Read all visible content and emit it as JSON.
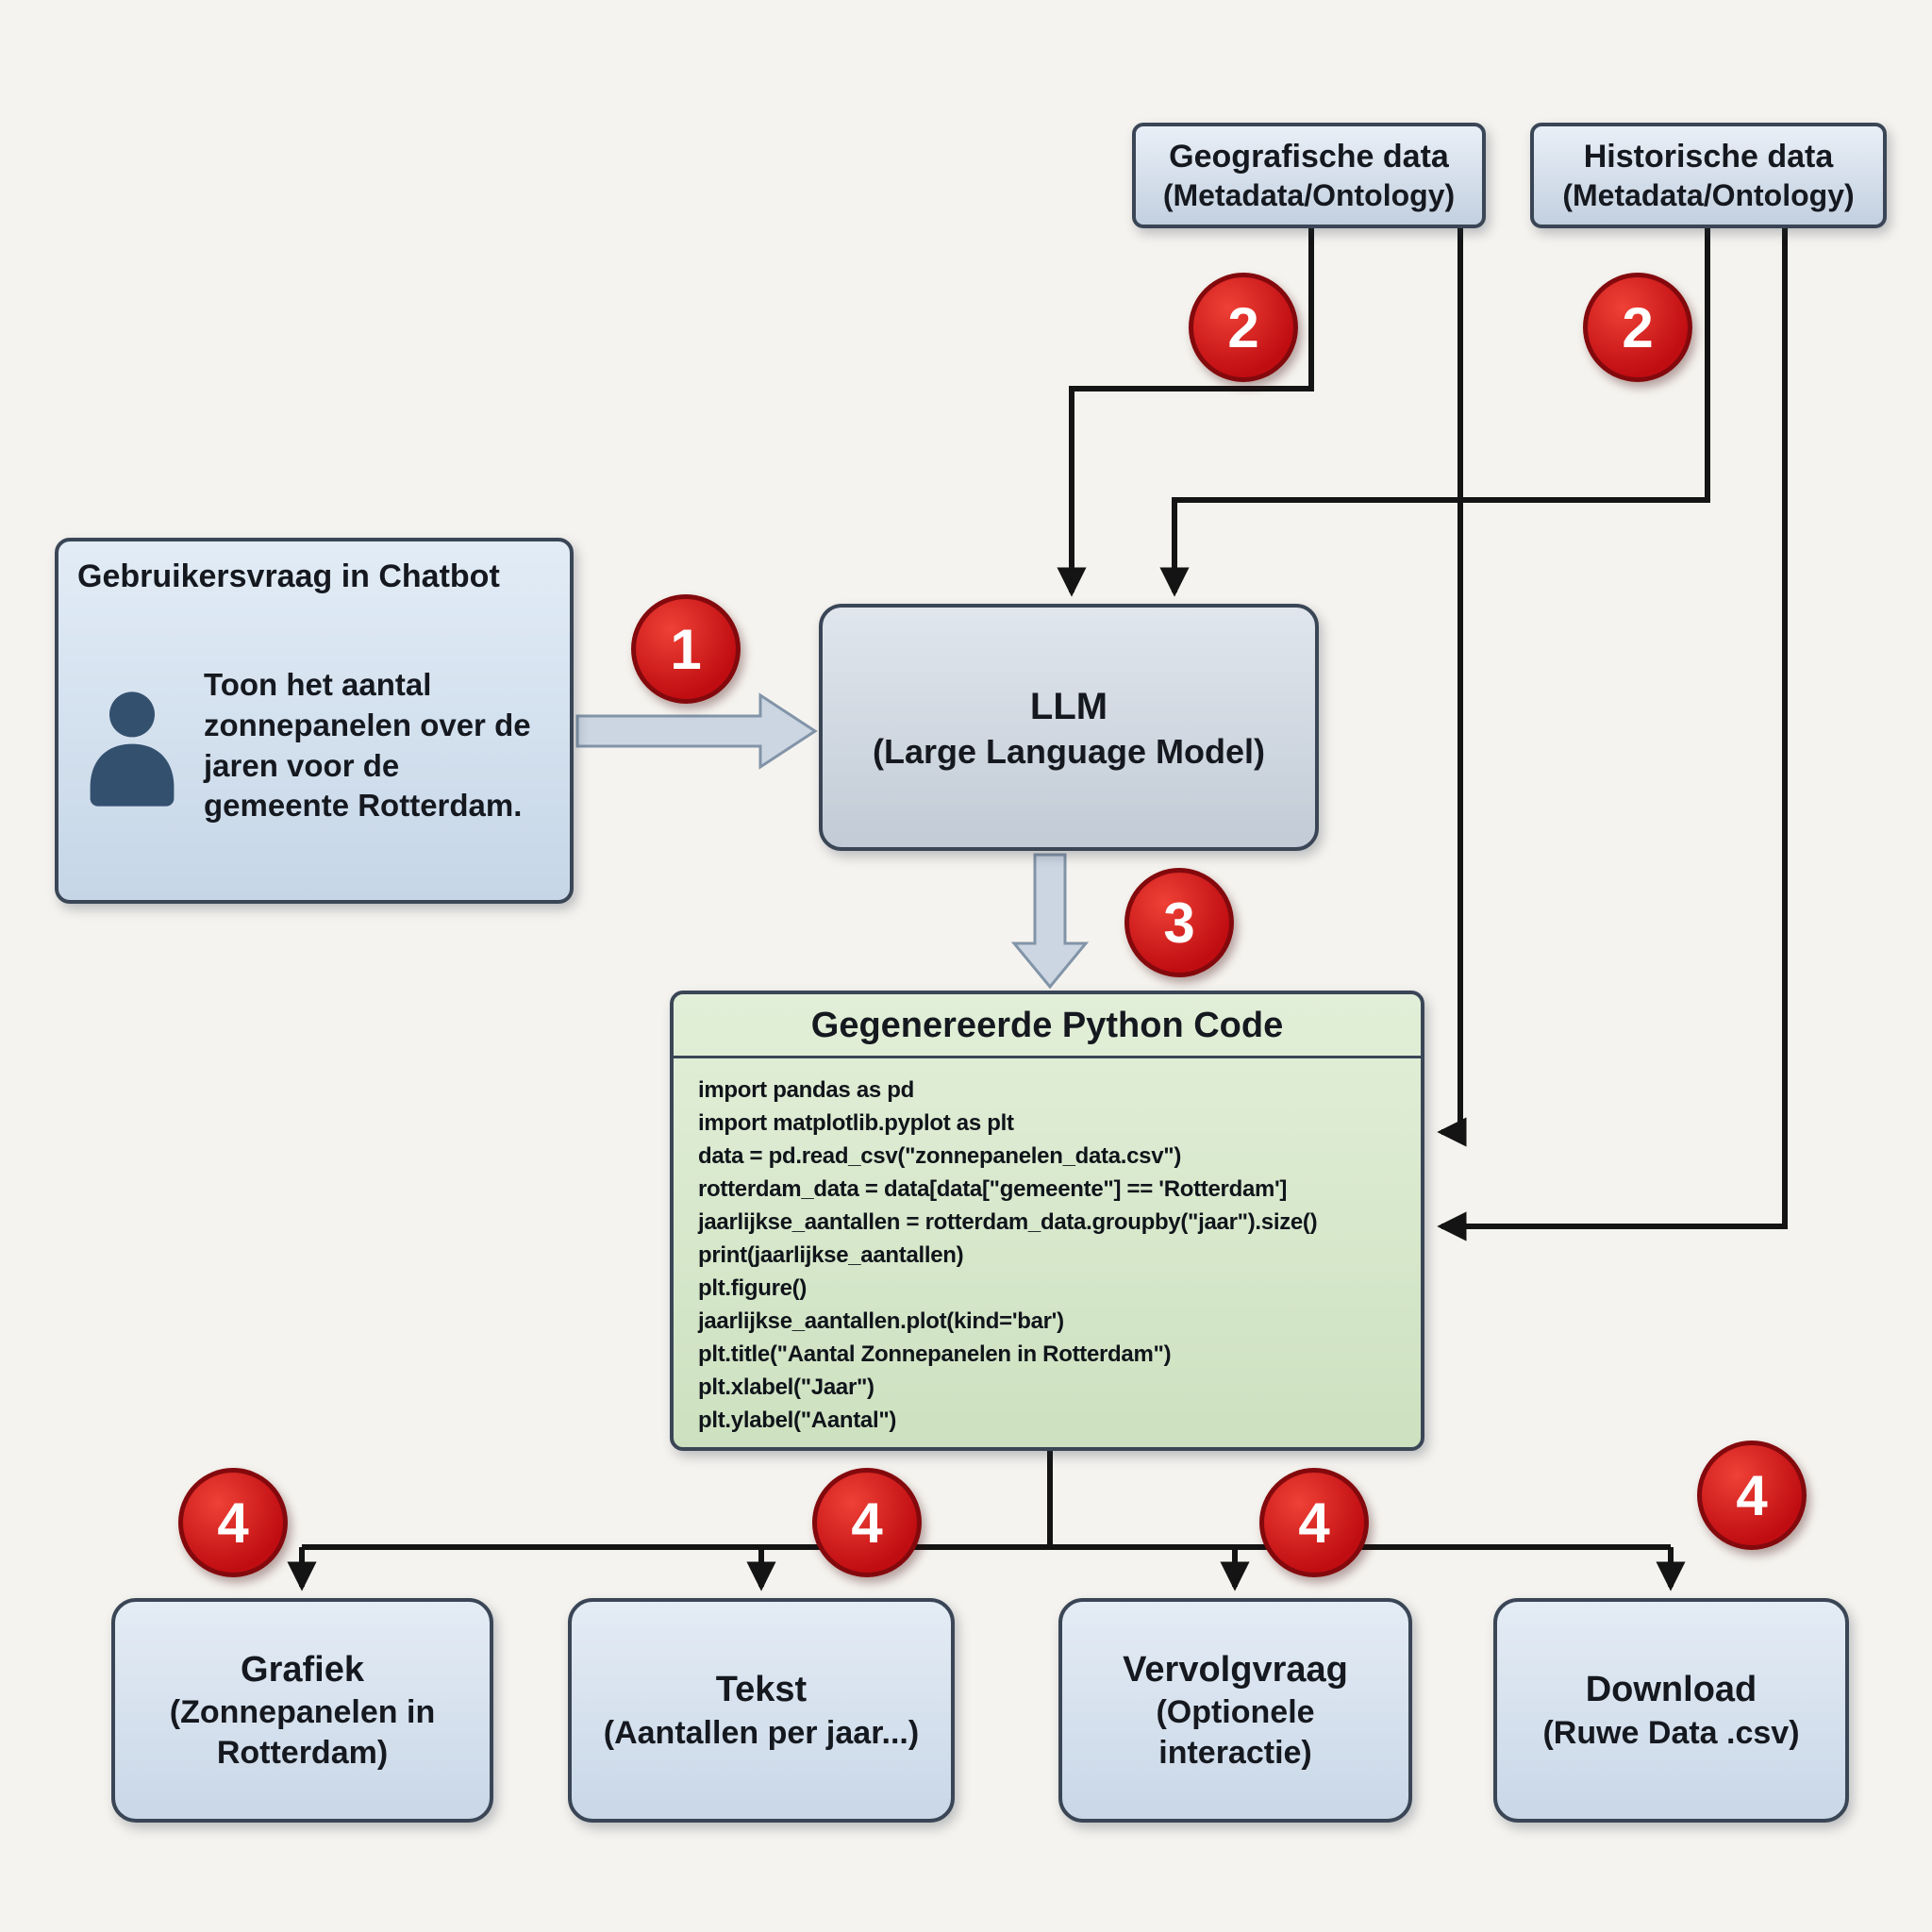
{
  "diagram_title": "LLM chatbot data flow diagram",
  "colors": {
    "background": "#f5f3ef",
    "node_border": "#3a4656",
    "node_fill_blue": "#cfdceb",
    "node_fill_gray": "#c9d2dd",
    "node_fill_green": "#d8e8ca",
    "badge_red": "#c9141a",
    "wire_black": "#141414"
  },
  "nodes": {
    "geo": {
      "line1": "Geografische data",
      "line2": "(Metadata/Ontology)"
    },
    "hist": {
      "line1": "Historische data",
      "line2": "(Metadata/Ontology)"
    },
    "chatbot": {
      "title": "Gebruikersvraag in Chatbot",
      "body": "Toon het aantal zonnepanelen over de jaren voor de gemeente Rotterdam.",
      "icon": "user-icon"
    },
    "llm": {
      "line1": "LLM",
      "line2": "(Large Language Model)"
    }
  },
  "python": {
    "title": "Gegenereerde Python Code",
    "code": [
      "import pandas as pd",
      "import matplotlib.pyplot as plt",
      "data = pd.read_csv(\"zonnepanelen_data.csv\")",
      "rotterdam_data = data[data[\"gemeente\"] == 'Rotterdam']",
      "jaarlijkse_aantallen = rotterdam_data.groupby(\"jaar\").size()",
      "print(jaarlijkse_aantallen)",
      "plt.figure()",
      "jaarlijkse_aantallen.plot(kind='bar')",
      "plt.title(\"Aantal Zonnepanelen in Rotterdam\")",
      "plt.xlabel(\"Jaar\")",
      "plt.ylabel(\"Aantal\")"
    ]
  },
  "outputs": [
    {
      "title": "Grafiek",
      "subtitle": "(Zonnepanelen in Rotterdam)"
    },
    {
      "title": "Tekst",
      "subtitle": "(Aantallen per jaar...)"
    },
    {
      "title": "Vervolgvraag",
      "subtitle": "(Optionele interactie)"
    },
    {
      "title": "Download",
      "subtitle": "(Ruwe Data .csv)"
    }
  ],
  "badges": {
    "step1": "1",
    "step2a": "2",
    "step2b": "2",
    "step3": "3",
    "step4a": "4",
    "step4b": "4",
    "step4c": "4",
    "step4d": "4"
  }
}
